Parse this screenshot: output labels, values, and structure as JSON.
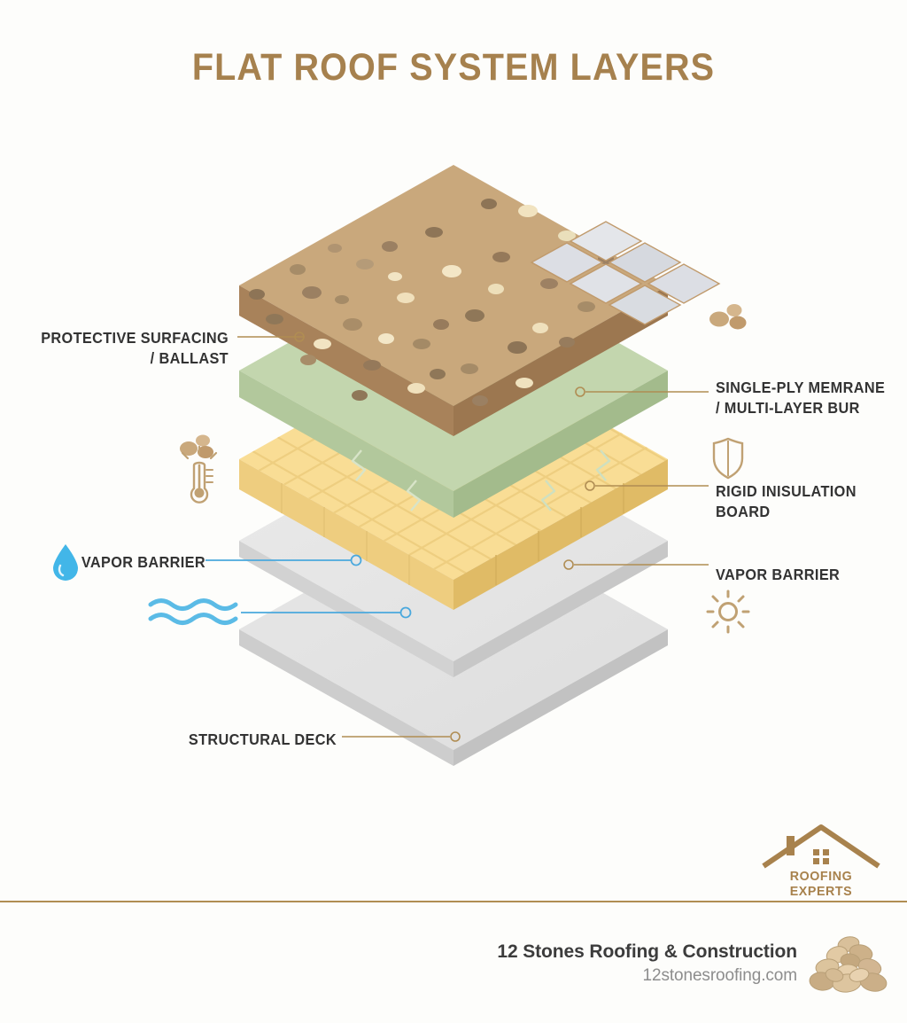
{
  "title": "FLAT ROOF SYSTEM LAYERS",
  "labels": {
    "left": [
      {
        "id": "ballast",
        "line1": "PROTECTIVE SURFACING",
        "line2": "/ BALLAST"
      },
      {
        "id": "vapor-barrier-left",
        "line1": "VAPOR BARRIER",
        "line2": ""
      },
      {
        "id": "structural-deck",
        "line1": "STRUCTURAL DECK",
        "line2": ""
      }
    ],
    "right": [
      {
        "id": "membrane",
        "line1": "SINGLE-PLY MEMRANE",
        "line2": "/ MULTI-LAYER BUR"
      },
      {
        "id": "insulation",
        "line1": "RIGID INISULATION",
        "line2": "BOARD"
      },
      {
        "id": "vapor-barrier-right",
        "line1": "VAPOR BARRIER",
        "line2": ""
      }
    ]
  },
  "icons": {
    "pebbles_left": "pebbles-icon",
    "pebbles_right": "pebbles-icon",
    "shield": "shield-icon",
    "sun": "sun-icon",
    "thermometer": "thermometer-icon",
    "water_drop": "water-drop-icon",
    "waves": "waves-icon"
  },
  "layers": [
    {
      "id": "ballast",
      "name": "Protective surfacing / ballast",
      "color": "#c9a87c",
      "edge": "#a8825a"
    },
    {
      "id": "membrane",
      "name": "Single-ply membrane",
      "color": "#c3d6ae",
      "edge": "#9dbb8a"
    },
    {
      "id": "insulation",
      "name": "Rigid insulation board",
      "color": "#f9dd95",
      "edge": "#e8c878"
    },
    {
      "id": "vapor",
      "name": "Vapor barrier",
      "color": "#e6e6e6",
      "edge": "#cfcfcf"
    },
    {
      "id": "deck",
      "name": "Structural deck",
      "color": "#e4e4e4",
      "edge": "#cccccc"
    }
  ],
  "colors": {
    "title": "#a6814e",
    "label_text": "#333333",
    "leader_gold": "#b08d53",
    "leader_blue": "#4aa8dd",
    "accent_brand": "#a8824d",
    "water_blue": "#42b6e8"
  },
  "footer": {
    "logo_text": "ROOFING EXPERTS",
    "company": "12 Stones Roofing & Construction",
    "website": "12stonesroofing.com"
  }
}
